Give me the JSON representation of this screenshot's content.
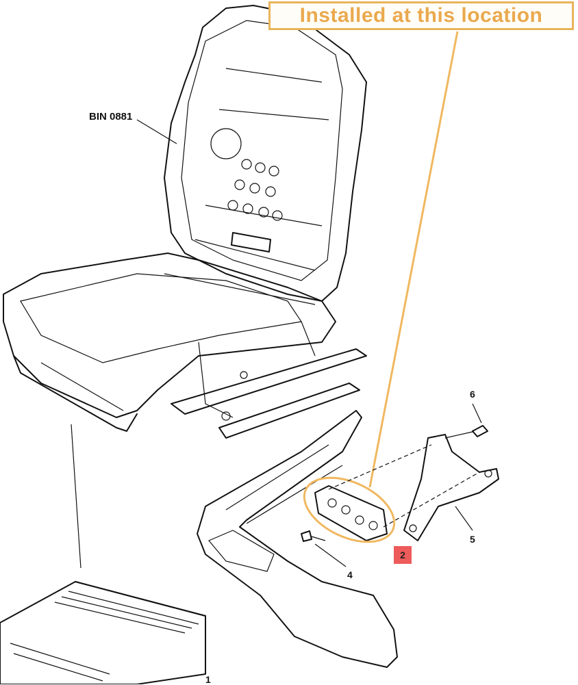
{
  "callout": {
    "text": "Installed at this location",
    "color": "#eaa94e"
  },
  "labels": {
    "bin": "BIN 0881",
    "item1": "1",
    "item2": "2",
    "item4": "4",
    "item5": "5",
    "item6": "6"
  },
  "colors": {
    "highlight": "#f0b860",
    "badge": "#ee5b5b"
  }
}
